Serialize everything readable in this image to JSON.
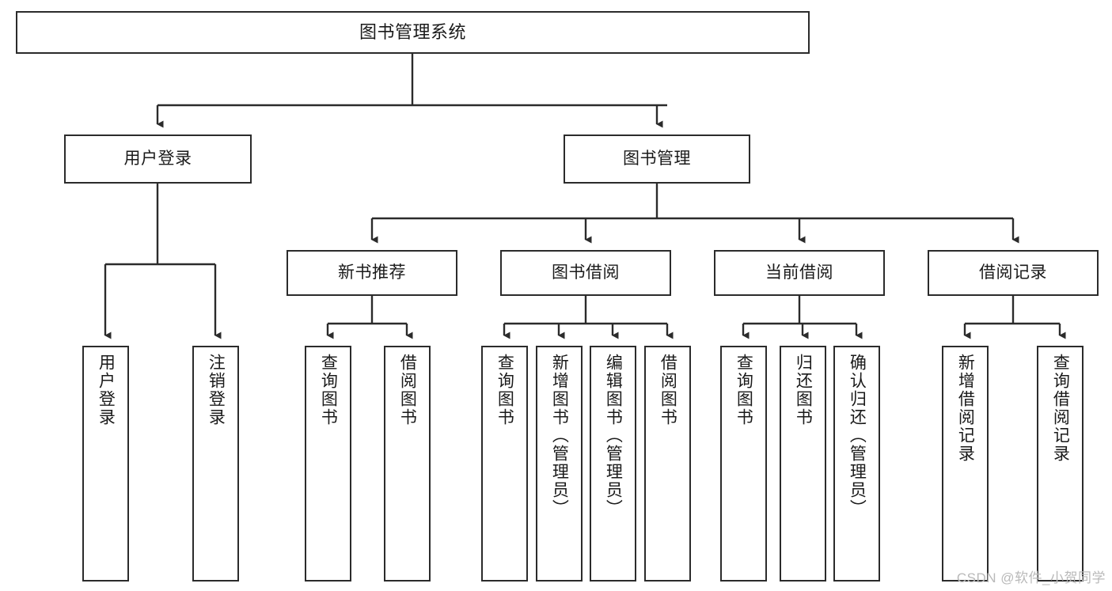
{
  "diagram": {
    "title": "图书管理系统",
    "type": "tree-hierarchy-diagram",
    "colors": {
      "box_border": "#2b2b2b",
      "box_fill": "#ffffff",
      "edge": "#2b2b2b",
      "text": "#1a1a1a",
      "watermark": "#b9b9b9",
      "background": "#ffffff"
    },
    "root": {
      "label": "图书管理系统"
    },
    "level2": [
      {
        "label": "用户登录"
      },
      {
        "label": "图书管理"
      }
    ],
    "level3": [
      {
        "label": "新书推荐"
      },
      {
        "label": "图书借阅"
      },
      {
        "label": "当前借阅"
      },
      {
        "label": "借阅记录"
      }
    ],
    "leaves": {
      "user_login": [
        {
          "label": "用户登录"
        },
        {
          "label": "注销登录"
        }
      ],
      "new_book_recommend": [
        {
          "label": "查询图书"
        },
        {
          "label": "借阅图书"
        }
      ],
      "book_borrow": [
        {
          "label": "查询图书"
        },
        {
          "label": "新增图书（管理员）"
        },
        {
          "label": "编辑图书（管理员）"
        },
        {
          "label": "借阅图书"
        }
      ],
      "current_borrow": [
        {
          "label": "查询图书"
        },
        {
          "label": "归还图书"
        },
        {
          "label": "确认归还（管理员）"
        }
      ],
      "borrow_record": [
        {
          "label": "新增借阅记录"
        },
        {
          "label": "查询借阅记录"
        }
      ]
    },
    "watermark": "CSDN @软件_小贺同学"
  }
}
